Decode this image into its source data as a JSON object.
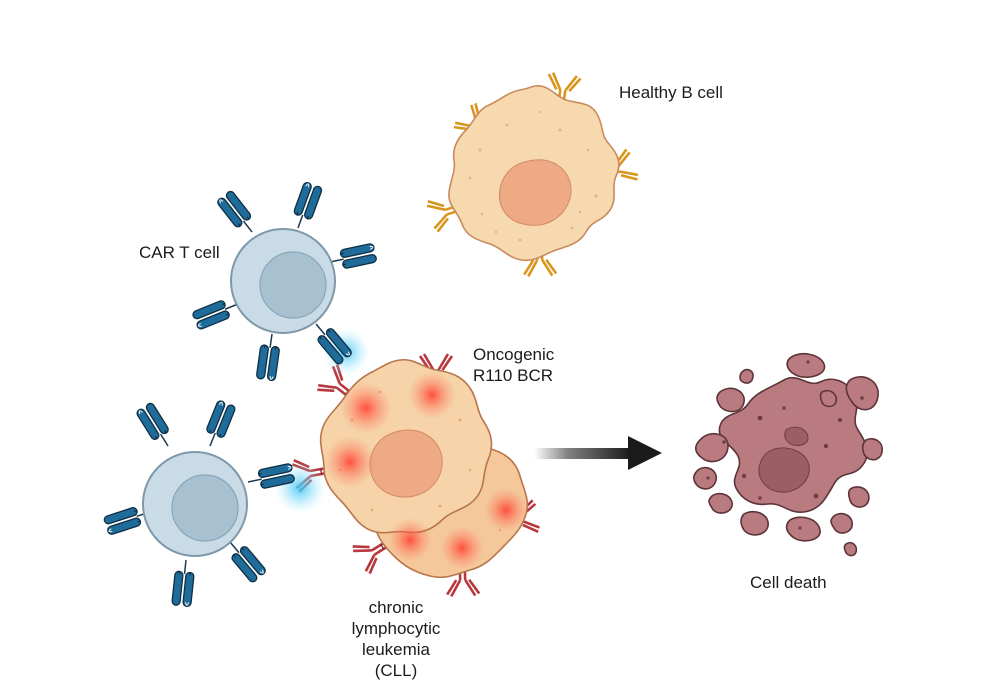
{
  "labels": {
    "healthy_b_cell": "Healthy B cell",
    "car_t_cell": "CAR T cell",
    "bcr_line1": "Oncogenic",
    "bcr_line2": "R110 BCR",
    "cll_line1": "chronic",
    "cll_line2": "lymphocytic",
    "cll_line3": "leukemia",
    "cll_line4": "(CLL)",
    "cell_death": "Cell death"
  },
  "colors": {
    "car_t_body": "#c8dbe6",
    "car_t_outline": "#7f98aa",
    "car_t_nucleus": "#a7c1d1",
    "car_receptor": "#1f6b99",
    "healthy_cytoplasm": "#f6d9ae",
    "healthy_nucleus": "#eeaa85",
    "healthy_bcr": "#d9961c",
    "cll_bcr": "#b8383e",
    "glow_red": "#ff3b2f",
    "glow_blue": "#3fc7f5",
    "dead_cell": "#b97b80",
    "dead_outline": "#5d3438",
    "arrow": "#1b1b1b"
  },
  "icons": [
    "car-t-cell-icon",
    "healthy-b-cell-icon",
    "cll-cell-icon",
    "dead-cell-icon",
    "arrow-right-icon"
  ]
}
